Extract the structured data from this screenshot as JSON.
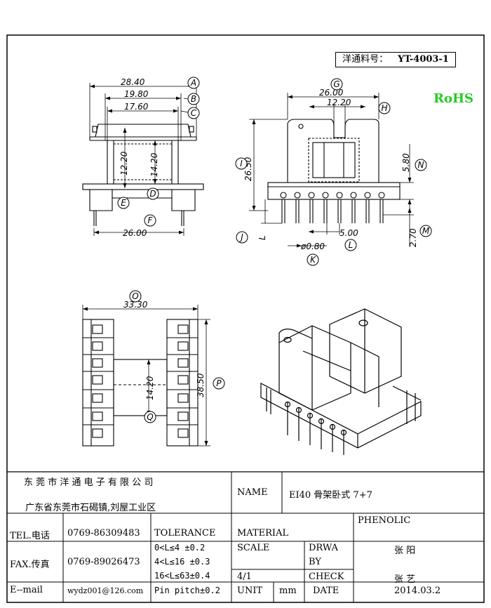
{
  "part_number": {
    "label": "洋通料号：",
    "value": "YT-4003-1"
  },
  "rohs": "RoHS",
  "views": {
    "front": {
      "dims": [
        "28.40",
        "19.80",
        "17.60",
        "12.20",
        "14.20",
        "26.00"
      ],
      "markers": [
        "A",
        "B",
        "C",
        "D",
        "E",
        "F"
      ]
    },
    "side": {
      "dims": [
        "26.00",
        "12.20",
        "26.50",
        "5.80",
        "5.00",
        "ø0.80",
        "2.70",
        "L"
      ],
      "markers": [
        "G",
        "H",
        "I",
        "N",
        "J",
        "L",
        "K",
        "M"
      ]
    },
    "bottom": {
      "dims": [
        "33.30",
        "14.20",
        "38.50"
      ],
      "markers": [
        "O",
        "P",
        "Q"
      ]
    }
  },
  "title_block": {
    "company": "东 莞 市 洋 通 电 子 有 限 公 司",
    "address": "广东省东莞市石碣镇,刘屋工业区",
    "name_label": "NAME",
    "name_value": "EI40 骨架卧式 7+7",
    "tel_label": "TEL.电话",
    "tel_value": "0769-86309483",
    "fax_label": "FAX.传真",
    "fax_value": "0769-89026473",
    "email_label": "E--mail",
    "email_value": "wydz001@126.com",
    "tolerance_label": "TOLERANCE",
    "tolerance_lines": [
      "0<L≤4   ±0.2",
      "4<L≤16  ±0.3",
      "16<L≤63±0.4",
      "Pin pitch±0.2"
    ],
    "material_label": "MATERIAL",
    "material_value": "PHENOLIC",
    "scale_label": "SCALE",
    "scale_value": "4/1",
    "drawn_label_1": "DRWA",
    "drawn_label_2": "BY",
    "drawn_value": "张 阳",
    "check_label": "CHECK",
    "check_value": "张 艺",
    "unit_label": "UNIT",
    "unit_value": "mm",
    "date_label": "DATE",
    "date_value": "2014.03.2"
  }
}
